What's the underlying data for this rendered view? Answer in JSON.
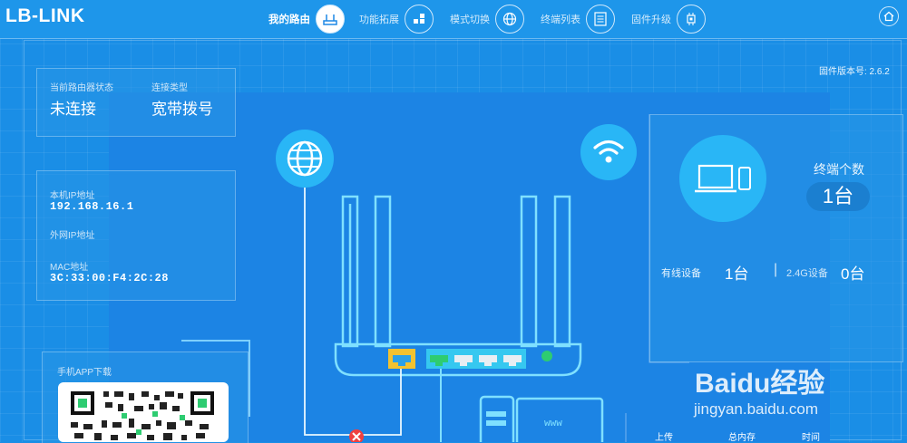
{
  "brand": {
    "logo_text": "LB-LINK"
  },
  "nav": {
    "items": [
      {
        "label": "我的路由",
        "icon": "router-icon",
        "active": true
      },
      {
        "label": "功能拓展",
        "icon": "grid-icon",
        "active": false
      },
      {
        "label": "模式切换",
        "icon": "globe-icon",
        "active": false
      },
      {
        "label": "终端列表",
        "icon": "list-icon",
        "active": false
      },
      {
        "label": "固件升级",
        "icon": "chip-icon",
        "active": false
      }
    ]
  },
  "firmware": {
    "label": "固件版本号: 2.6.2"
  },
  "status": {
    "state_label": "当前路由器状态",
    "state_value": "未连接",
    "type_label": "连接类型",
    "type_value": "宽带拨号"
  },
  "network": {
    "local_ip_label": "本机IP地址",
    "local_ip_value": "192.168.16.1",
    "wan_ip_label": "外网IP地址",
    "mac_label": "MAC地址",
    "mac_value": "3C:33:00:F4:2C:28"
  },
  "app": {
    "download_label": "手机APP下载"
  },
  "terminals": {
    "count_label": "终端个数",
    "count_value": "1台",
    "wired_label": "有线设备",
    "wired_value": "1台",
    "wifi_label": "2.4G设备",
    "wifi_value": "0台"
  },
  "bottom_stats": {
    "upload_label": "上传",
    "memory_label": "总内存",
    "time_label": "时间"
  },
  "device": {
    "www_label": "www"
  },
  "watermark": {
    "brand": "Baidu经验",
    "url": "jingyan.baidu.com"
  },
  "colors": {
    "accent": "#29b6f6",
    "background": "#1a8ee6",
    "port_yellow": "#f2c230",
    "port_green": "#2ecc71"
  }
}
